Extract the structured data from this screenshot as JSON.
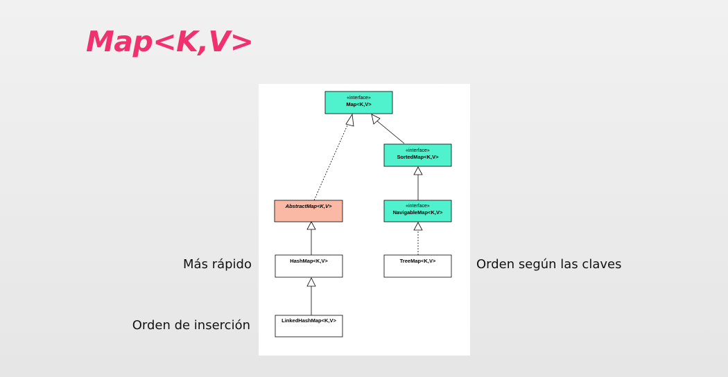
{
  "slide": {
    "title": "Map<K,V>",
    "labels": {
      "fast": "Más rápido",
      "insertion_order": "Orden de inserción",
      "key_order": "Orden según las claves"
    }
  },
  "diagram": {
    "colors": {
      "interface": "#4ff2cc",
      "abstract": "#f9b9a4",
      "concrete": "#ffffff"
    },
    "stereotype": "«interface»",
    "classes": {
      "map": "Map<K,V>",
      "sorted_map": "SortedMap<K,V>",
      "navigable_map": "NavigableMap<K,V>",
      "abstract_map": "AbstractMap<K,V>",
      "hash_map": "HashMap<K,V>",
      "tree_map": "TreeMap<K,V>",
      "linked_hash_map": "LinkedHashMap<K,V>"
    }
  }
}
